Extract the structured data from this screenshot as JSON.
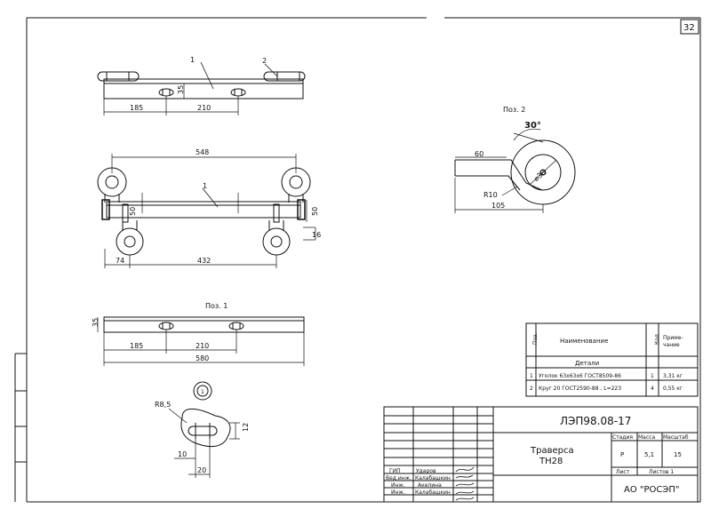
{
  "sheet": {
    "page_number": "32"
  },
  "view_top": {
    "pos1_label": "1",
    "pos2_label": "2",
    "dims": {
      "height": "35",
      "left": "185",
      "right": "210"
    }
  },
  "view_front": {
    "label": "1",
    "dims": {
      "overall": "548",
      "left": "74",
      "span": "432",
      "height_left": "50",
      "height_right": "50",
      "side": "16"
    }
  },
  "view_pos1": {
    "title": "Поз. 1",
    "dims": {
      "height": "35",
      "left": "185",
      "mid": "210",
      "overall": "580"
    }
  },
  "view_pos2": {
    "title": "Поз. 2",
    "dims": {
      "angle": "30°",
      "length": "60",
      "diameter": "⌀38",
      "radius": "R10",
      "overall": "105"
    }
  },
  "view_washer": {
    "label": "1",
    "dims": {
      "radius": "R8,5",
      "height": "12",
      "offset": "10",
      "width": "20"
    }
  },
  "spec_table": {
    "headers": {
      "pos": "Поз.",
      "name": "Наименование",
      "qty": "Кол",
      "note": "Приме-\nчание"
    },
    "section": "Детали",
    "rows": [
      {
        "pos": "1",
        "name": "Уголок  63x63x6  ГОСТ8509-86",
        "qty": "1",
        "note": "3,31 кг"
      },
      {
        "pos": "2",
        "name": "Круг  20  ГОСТ2590-88  ,  L=223",
        "qty": "4",
        "note": "0,55 кг"
      }
    ]
  },
  "title_block": {
    "doc_number": "ЛЭП98.08-17",
    "title_line1": "Траверса",
    "title_line2": "ТН28",
    "col_stage": "Стадия",
    "col_mass": "Масса",
    "col_scale": "Масштаб",
    "stage": "Р",
    "mass": "5,1",
    "scale": "15",
    "sheet_label": "Лист",
    "sheets_label": "Листов  1",
    "company": "АО  \"РОСЭП\"",
    "people": [
      {
        "role": "ГИП",
        "name": "Ударов"
      },
      {
        "role": "Вед.инж.",
        "name": "Калабашкин"
      },
      {
        "role": "Инж.",
        "name": "Акелина"
      },
      {
        "role": "Инж.",
        "name": "Калабашкин"
      }
    ]
  }
}
